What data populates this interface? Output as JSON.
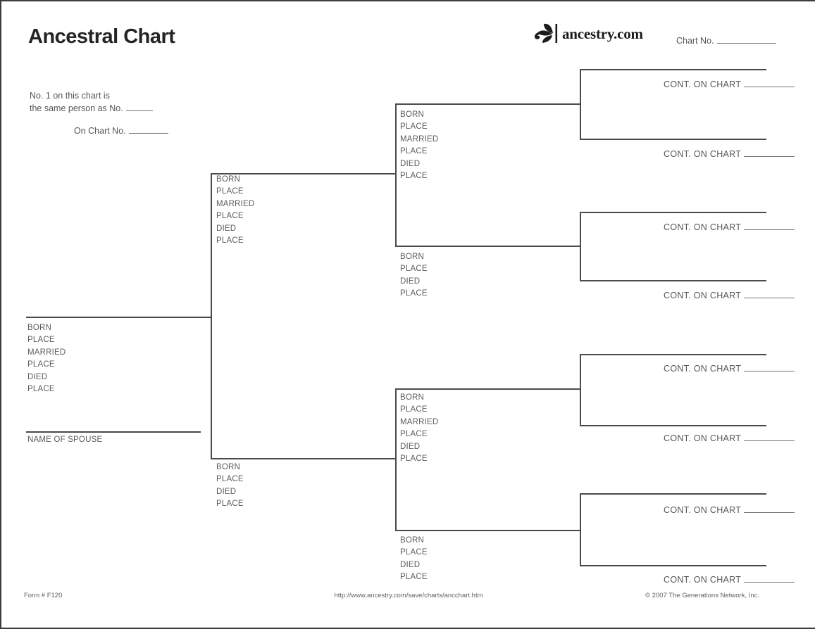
{
  "header": {
    "title": "Ancestral Chart",
    "logo_text": "ancestry.com",
    "chart_no_label": "Chart No."
  },
  "reference": {
    "line1": "No. 1 on this chart is",
    "line2": "the same person as No.",
    "line3": "On Chart No."
  },
  "field_labels": {
    "full": [
      "BORN",
      "PLACE",
      "MARRIED",
      "PLACE",
      "DIED",
      "PLACE"
    ],
    "short": [
      "BORN",
      "PLACE",
      "DIED",
      "PLACE"
    ],
    "spouse": "NAME OF SPOUSE",
    "cont_on_chart": "CONT. ON CHART"
  },
  "footer": {
    "form_number": "Form # F120",
    "url": "http://www.ancestry.com/save/charts/ancchart.htm",
    "copyright": "© 2007 The Generations Network, Inc."
  }
}
